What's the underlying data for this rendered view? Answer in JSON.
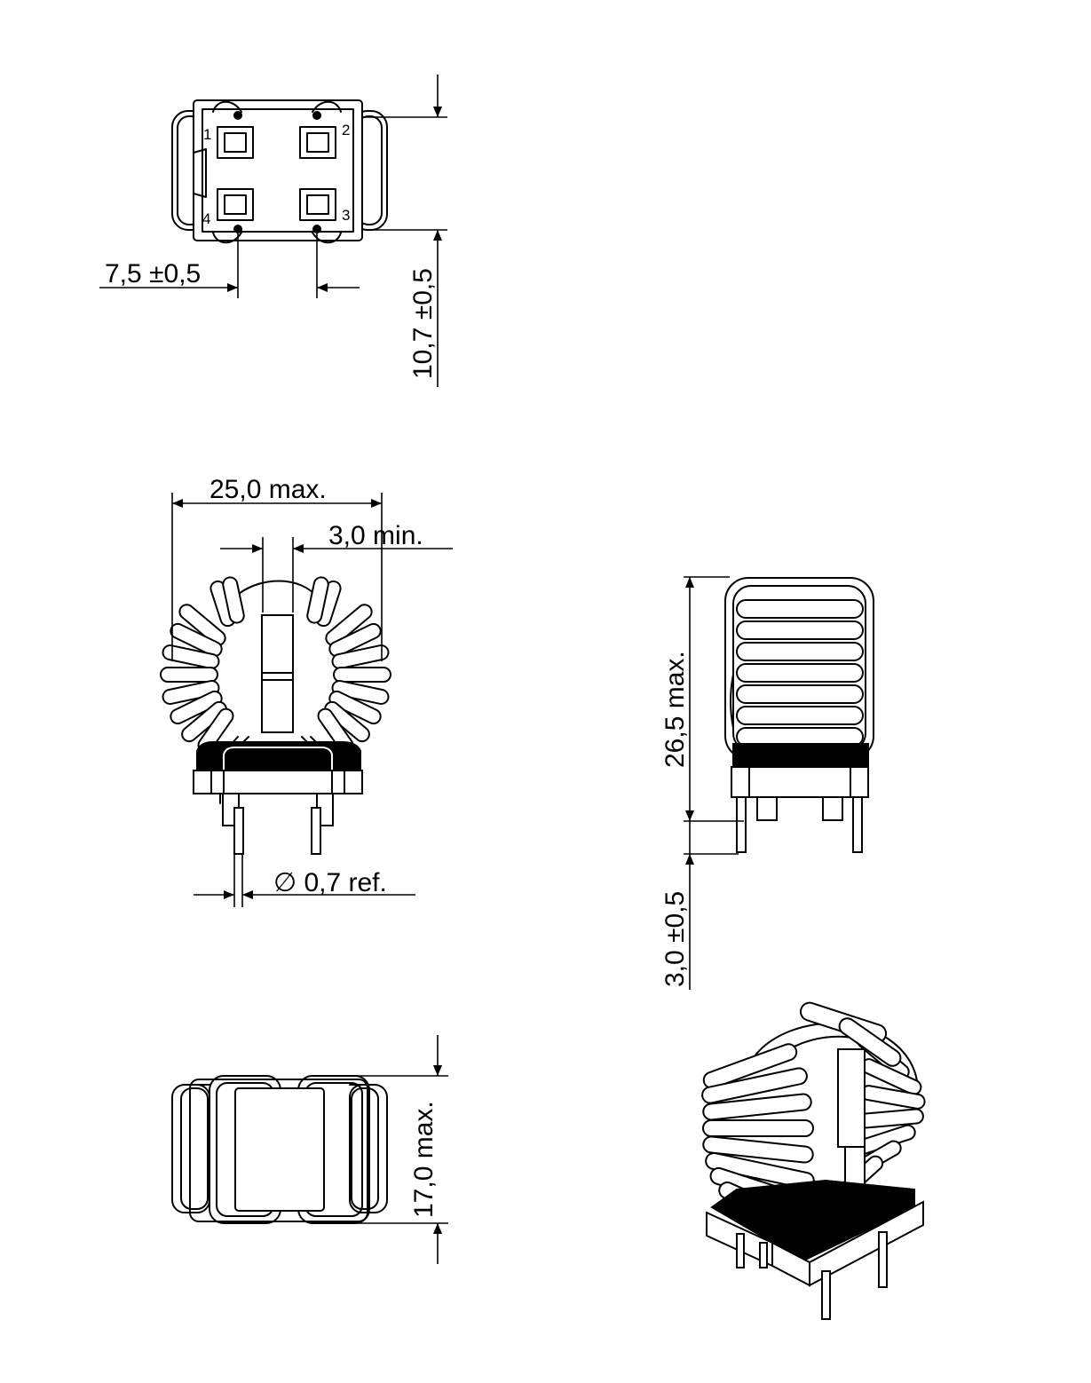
{
  "pins": {
    "p1": "1",
    "p2": "2",
    "p3": "3",
    "p4": "4"
  },
  "dimensions": {
    "pitch_x": "7,5  ±0,5",
    "pitch_y": "10,7  ±0,5",
    "width": "25,0  max.",
    "clearance": "3,0  min.",
    "wire_dia": "∅  0,7  ref.",
    "height": "26,5  max.",
    "lead_len": "3,0  ±0,5",
    "depth": "17,0  max."
  }
}
